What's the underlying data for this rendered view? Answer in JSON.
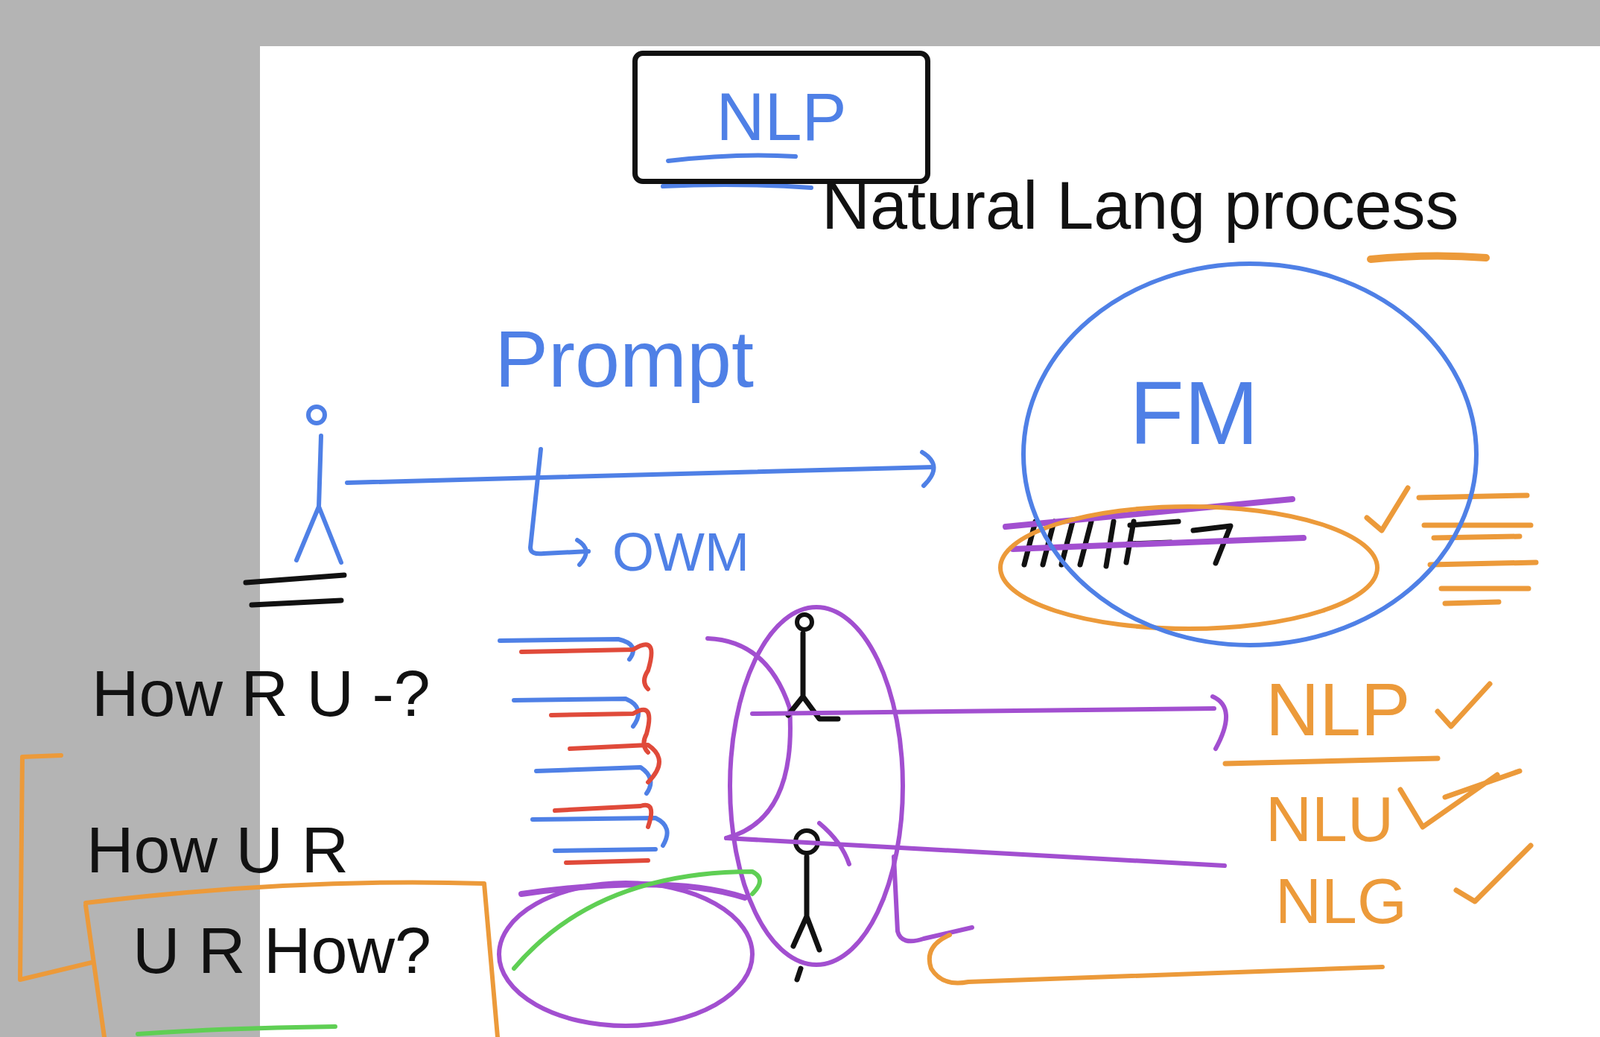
{
  "diagram": {
    "nodes": [
      {
        "text": [
          "NLP"
        ]
      },
      {
        "text": [
          "FM"
        ]
      }
    ],
    "labels": [
      "Natural Lang process",
      "Prompt",
      "OWM",
      "How R U -?",
      "How U R",
      "U R How?",
      "NLP",
      "NLU",
      "NLG"
    ]
  }
}
